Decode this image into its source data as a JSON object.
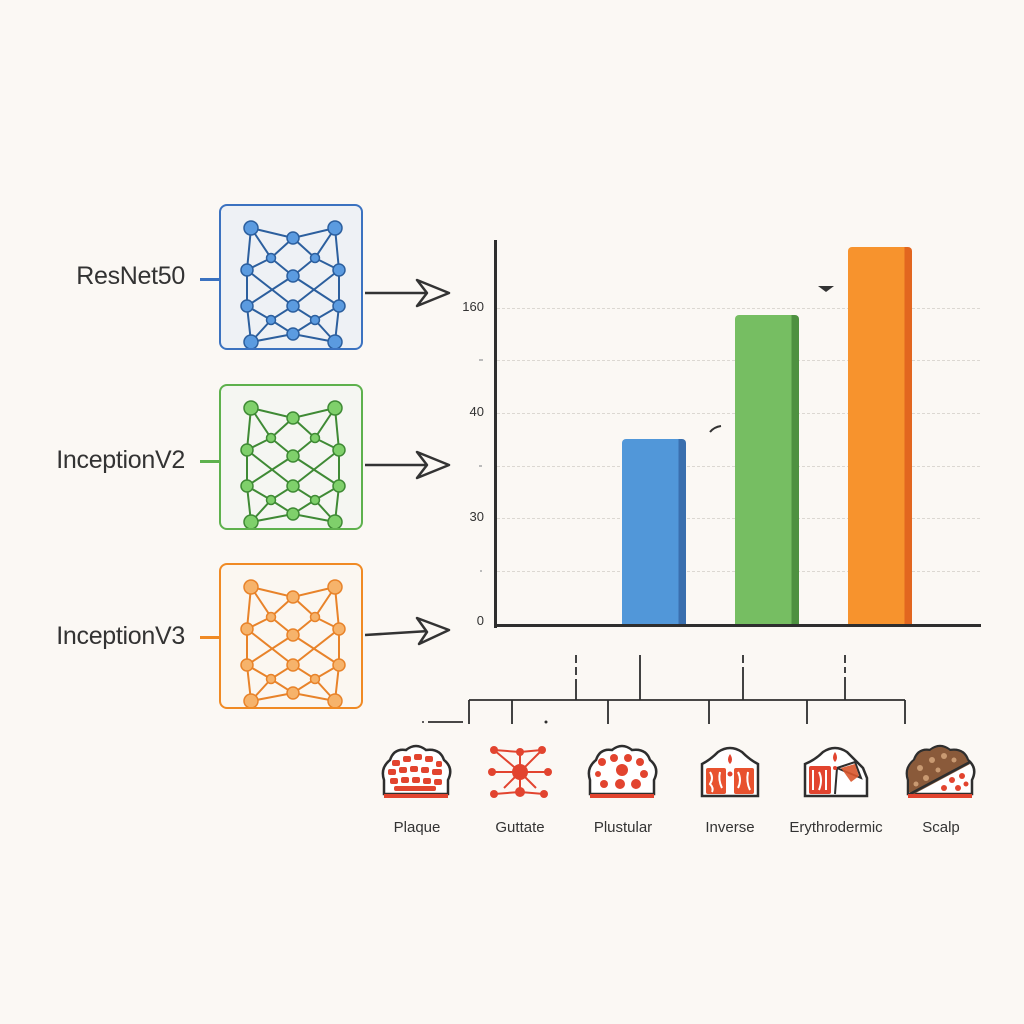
{
  "models": [
    {
      "name": "ResNet50",
      "color": "#3b72c0",
      "fill": "#5b9be0",
      "bg": "#eef1f5"
    },
    {
      "name": "InceptionV2",
      "color": "#5eb14d",
      "fill": "#7fd06b",
      "bg": "#f5f6f2"
    },
    {
      "name": "InceptionV3",
      "color": "#f08a24",
      "fill": "#f6b36b",
      "bg": "#fbf7f1"
    }
  ],
  "y_axis": {
    "tick_labels": [
      "160",
      "40",
      "30",
      "0"
    ]
  },
  "categories": [
    {
      "label": "Plaque",
      "icon": "plaque-lesion-icon"
    },
    {
      "label": "Guttate",
      "icon": "guttate-lesion-icon"
    },
    {
      "label": "Plustular",
      "icon": "pustular-lesion-icon"
    },
    {
      "label": "Inverse",
      "icon": "inverse-lesion-icon"
    },
    {
      "label": "Erythrodermic",
      "icon": "erythrodermic-lesion-icon"
    },
    {
      "label": "Scalp",
      "icon": "scalp-lesion-icon"
    }
  ],
  "chart_data": {
    "type": "bar",
    "title": "",
    "categories": [
      "ResNet50",
      "InceptionV2",
      "InceptionV3"
    ],
    "values": [
      93,
      157,
      191
    ],
    "colors": [
      "#4a8fd6",
      "#6cbf5a",
      "#f7902a"
    ],
    "xlabel": "",
    "ylabel": "",
    "y_tick_labels": [
      "0",
      "30",
      "40",
      "160"
    ],
    "ylim": [
      0,
      200
    ],
    "grid": true,
    "legend": "none (models identified by colored boxes on the left)"
  }
}
